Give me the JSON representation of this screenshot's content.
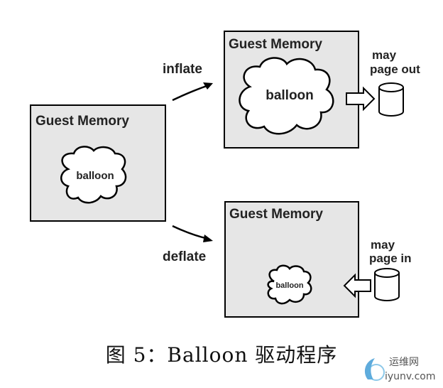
{
  "left_box": {
    "title": "Guest Memory",
    "balloon": "balloon"
  },
  "top_right_box": {
    "title": "Guest Memory",
    "balloon": "balloon"
  },
  "bottom_right_box": {
    "title": "Guest Memory",
    "balloon": "balloon"
  },
  "arrows": {
    "inflate": "inflate",
    "deflate": "deflate"
  },
  "paging": {
    "out_line1": "may",
    "out_line2": "page out",
    "in_line1": "may",
    "in_line2": "page in"
  },
  "caption": "图 5：Balloon 驱动程序",
  "watermark": {
    "line1": "运维网",
    "line2": "iyunv.com"
  },
  "colors": {
    "box_fill": "#e6e6e6",
    "stroke": "#000000",
    "text": "#222222"
  }
}
